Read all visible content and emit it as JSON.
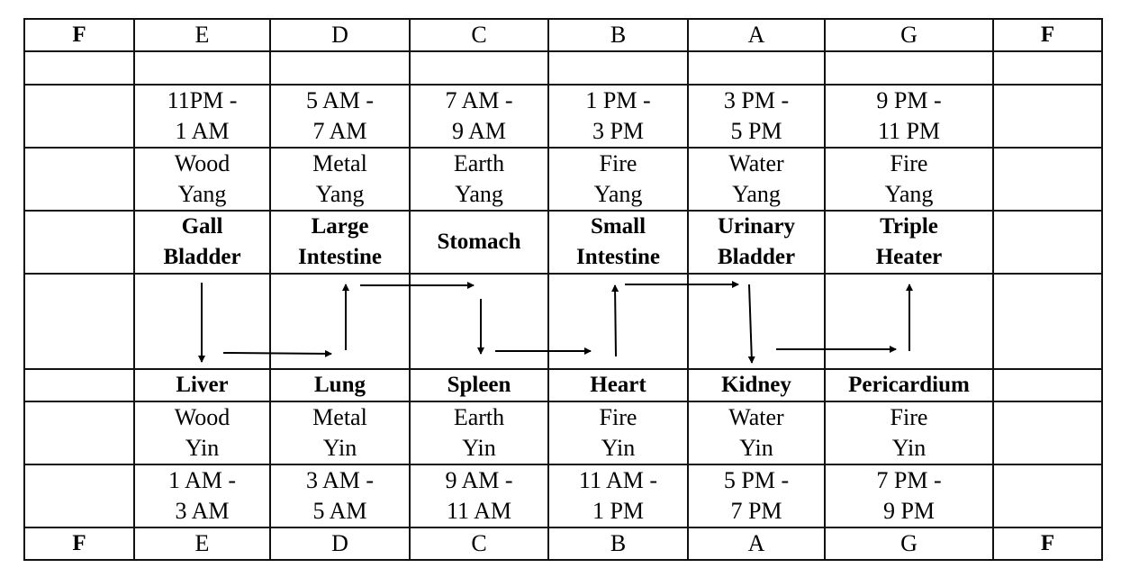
{
  "corner_label": "F",
  "columns": [
    {
      "letter": "E",
      "yang_time": [
        "11PM -",
        "1 AM"
      ],
      "yang_element": [
        "Wood",
        "Yang"
      ],
      "yang_organ": [
        "Gall",
        "Bladder"
      ],
      "yin_organ": "Liver",
      "yin_element": [
        "Wood",
        "Yin"
      ],
      "yin_time": [
        "1 AM -",
        "3 AM"
      ]
    },
    {
      "letter": "D",
      "yang_time": [
        "5 AM -",
        "7 AM"
      ],
      "yang_element": [
        "Metal",
        "Yang"
      ],
      "yang_organ": [
        "Large",
        "Intestine"
      ],
      "yin_organ": "Lung",
      "yin_element": [
        "Metal",
        "Yin"
      ],
      "yin_time": [
        "3 AM -",
        "5 AM"
      ]
    },
    {
      "letter": "C",
      "yang_time": [
        "7 AM -",
        "9 AM"
      ],
      "yang_element": [
        "Earth",
        "Yang"
      ],
      "yang_organ": [
        "Stomach",
        ""
      ],
      "yin_organ": "Spleen",
      "yin_element": [
        "Earth",
        "Yin"
      ],
      "yin_time": [
        "9 AM -",
        "11 AM"
      ]
    },
    {
      "letter": "B",
      "yang_time": [
        "1 PM -",
        "3 PM"
      ],
      "yang_element": [
        "Fire",
        "Yang"
      ],
      "yang_organ": [
        "Small",
        "Intestine"
      ],
      "yin_organ": "Heart",
      "yin_element": [
        "Fire",
        "Yin"
      ],
      "yin_time": [
        "11 AM -",
        "1 PM"
      ]
    },
    {
      "letter": "A",
      "yang_time": [
        "3 PM -",
        "5 PM"
      ],
      "yang_element": [
        "Water",
        "Yang"
      ],
      "yang_organ": [
        "Urinary",
        "Bladder"
      ],
      "yin_organ": "Kidney",
      "yin_element": [
        "Water",
        "Yin"
      ],
      "yin_time": [
        "5 PM -",
        "7 PM"
      ]
    },
    {
      "letter": "G",
      "yang_time": [
        "9 PM -",
        "11 PM"
      ],
      "yang_element": [
        "Fire",
        "Yang"
      ],
      "yang_organ": [
        "Triple",
        "Heater"
      ],
      "yin_organ": "Pericardium",
      "yin_element": [
        "Fire",
        "Yin"
      ],
      "yin_time": [
        "7 PM -",
        "9 PM"
      ]
    }
  ]
}
